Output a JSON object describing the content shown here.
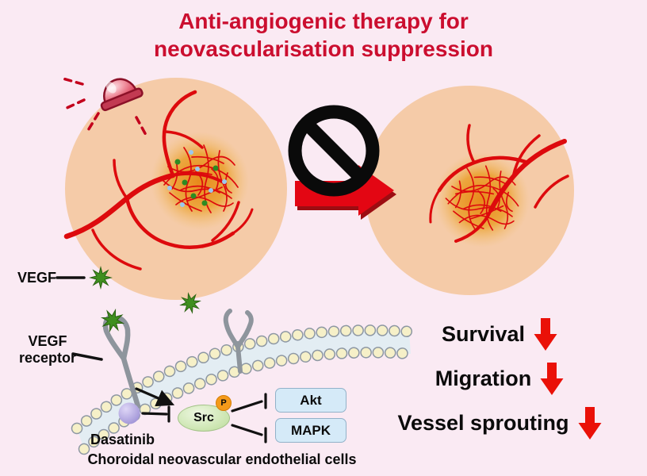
{
  "title": {
    "line1": "Anti-angiogenic therapy for",
    "line2": "neovascularisation suppression"
  },
  "pathway": {
    "vegf_label": "VEGF",
    "receptor_label_line1": "VEGF",
    "receptor_label_line2": "receptor",
    "dasatinib_label": "Dasatinib",
    "src_label": "Src",
    "phospho_label": "P",
    "akt_label": "Akt",
    "mapk_label": "MAPK",
    "cells_caption": "Choroidal neovascular endothelial cells"
  },
  "outcomes": [
    {
      "label": "Survival"
    },
    {
      "label": "Migration"
    },
    {
      "label": "Vessel sprouting"
    }
  ],
  "colors": {
    "background": "#faeaf3",
    "title_text": "#cb0e2f",
    "vessel_red": "#dd0a0d",
    "eye_fill": "#f5cba8",
    "cnv_orange": "#e8891a",
    "arrow_red": "#e30613",
    "down_arrow_red": "#ea1108",
    "vegf_green": "#3f8f1f",
    "dasatinib_purple": "#9184cf",
    "membrane_head_yellow": "#f6f0c8",
    "box_blue": "#d5eaf8",
    "prohibition_black": "#0a0a0a"
  }
}
